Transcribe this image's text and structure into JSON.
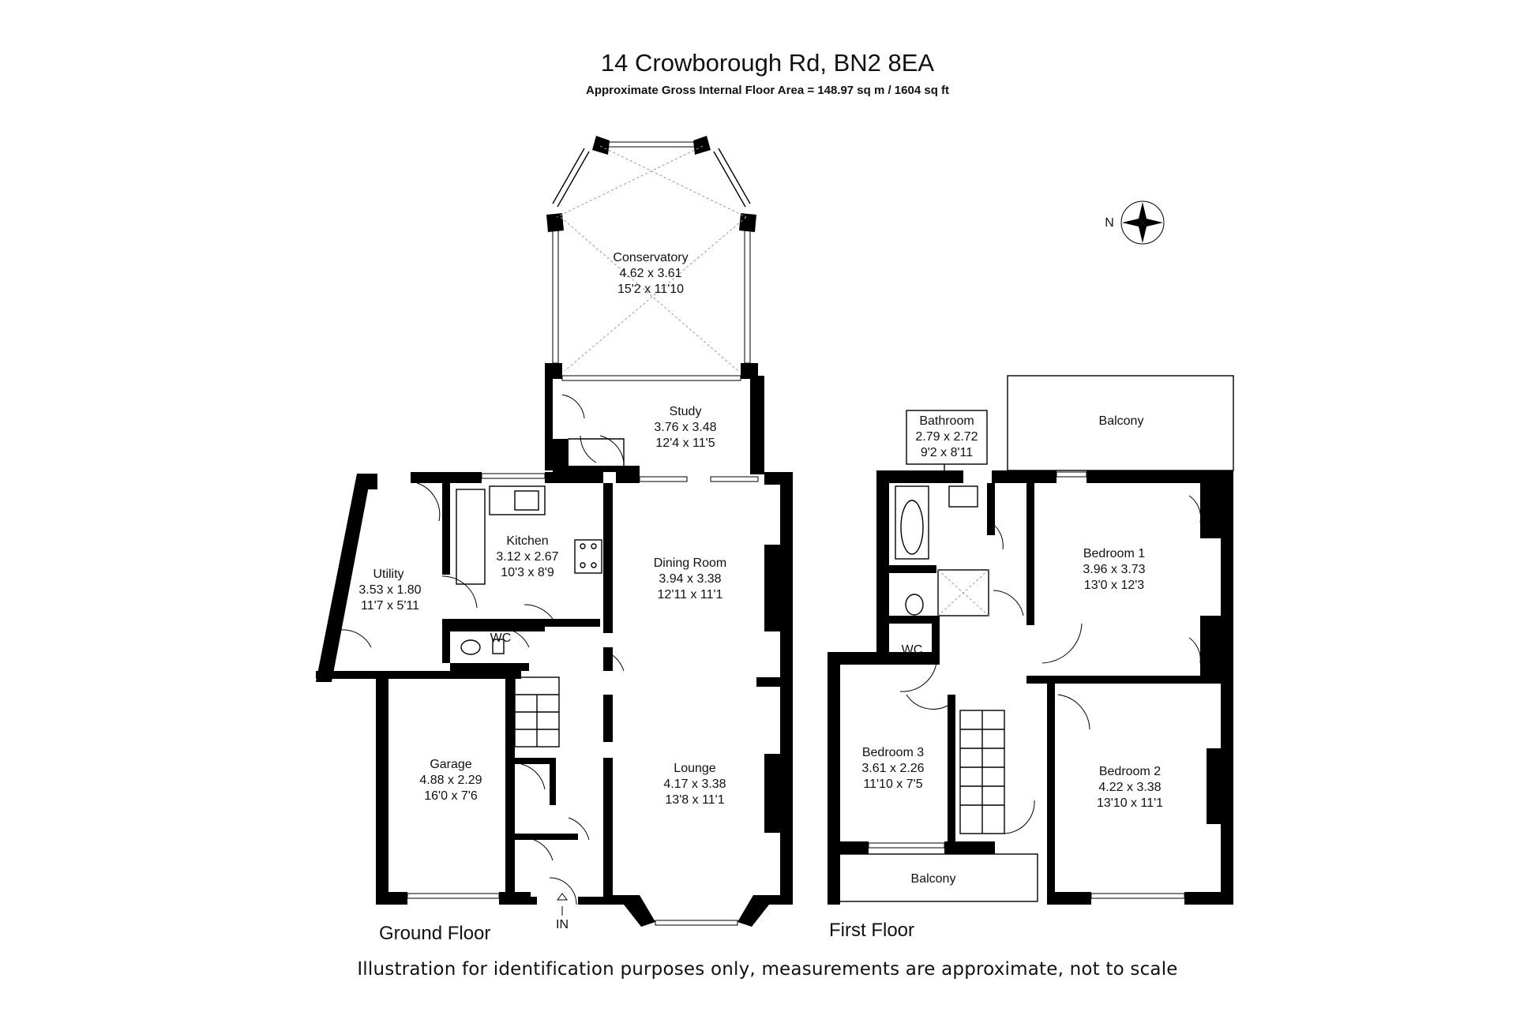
{
  "header": {
    "title": "14 Crowborough Rd, BN2 8EA",
    "subtitle": "Approximate Gross Internal Floor Area = 148.97 sq m / 1604 sq ft"
  },
  "compass": {
    "label": "N"
  },
  "floors": {
    "ground": {
      "label": "Ground Floor",
      "entrance": "IN",
      "rooms": {
        "conservatory": {
          "name": "Conservatory",
          "metric": "4.62 x 3.61",
          "imperial": "15'2 x 11'10"
        },
        "study": {
          "name": "Study",
          "metric": "3.76 x 3.48",
          "imperial": "12'4 x 11'5"
        },
        "kitchen": {
          "name": "Kitchen",
          "metric": "3.12 x 2.67",
          "imperial": "10'3 x 8'9"
        },
        "dining": {
          "name": "Dining Room",
          "metric": "3.94 x 3.38",
          "imperial": "12'11 x 11'1"
        },
        "utility": {
          "name": "Utility",
          "metric": "3.53 x 1.80",
          "imperial": "11'7 x 5'11"
        },
        "wc": {
          "name": "WC"
        },
        "garage": {
          "name": "Garage",
          "metric": "4.88 x 2.29",
          "imperial": "16'0 x 7'6"
        },
        "lounge": {
          "name": "Lounge",
          "metric": "4.17 x 3.38",
          "imperial": "13'8 x 11'1"
        }
      }
    },
    "first": {
      "label": "First Floor",
      "rooms": {
        "bathroom": {
          "name": "Bathroom",
          "metric": "2.79 x 2.72",
          "imperial": "9'2 x 8'11"
        },
        "balcony_top": {
          "name": "Balcony"
        },
        "bedroom1": {
          "name": "Bedroom 1",
          "metric": "3.96 x 3.73",
          "imperial": "13'0 x 12'3"
        },
        "wc": {
          "name": "WC"
        },
        "bedroom3": {
          "name": "Bedroom 3",
          "metric": "3.61 x 2.26",
          "imperial": "11'10 x 7'5"
        },
        "bedroom2": {
          "name": "Bedroom 2",
          "metric": "4.22 x 3.38",
          "imperial": "13'10 x 11'1"
        },
        "balcony_bottom": {
          "name": "Balcony"
        }
      }
    }
  },
  "disclaimer": "Illustration for identification purposes only, measurements are approximate, not to scale"
}
